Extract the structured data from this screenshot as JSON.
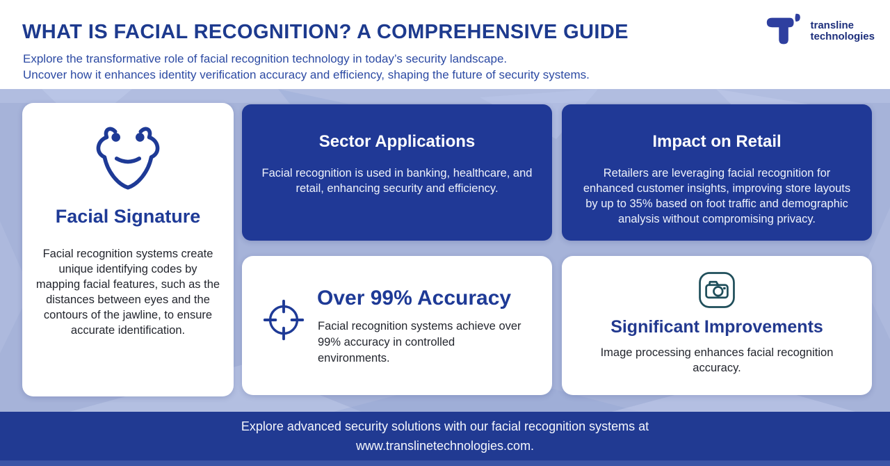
{
  "header": {
    "title": "WHAT IS FACIAL RECOGNITION? A COMPREHENSIVE GUIDE",
    "subtitle_line1": "Explore the transformative role of facial recognition technology in today’s security landscape.",
    "subtitle_line2": "Uncover how it enhances identity verification accuracy and efficiency, shaping the future of security systems.",
    "logo": {
      "name_line1": "transline",
      "name_line2": "technologies",
      "mark": "transline-t-mark-icon"
    }
  },
  "cards": {
    "facial_signature": {
      "icon": "face-outline-icon",
      "title": "Facial Signature",
      "body": "Facial recognition systems create unique identifying codes by mapping facial features, such as the distances between eyes and the contours of the jawline, to ensure accurate identification."
    },
    "sector_applications": {
      "title": "Sector Applications",
      "body": "Facial recognition is used in banking, healthcare, and retail, enhancing security and efficiency."
    },
    "impact_on_retail": {
      "title": "Impact on Retail",
      "body": "Retailers are leveraging facial recognition for enhanced customer insights, improving store layouts by up to 35% based on foot traffic and demographic analysis without compromising privacy."
    },
    "accuracy": {
      "icon": "crosshair-target-icon",
      "title": "Over 99% Accuracy",
      "body": "Facial recognition systems achieve over 99% accuracy in controlled environments."
    },
    "improvements": {
      "icon": "camera-icon",
      "title": "Significant Improvements",
      "body": "Image processing enhances facial recognition accuracy."
    }
  },
  "footer": {
    "line1": "Explore advanced security solutions with our facial recognition systems at",
    "line2": "www.translinetechnologies.com."
  },
  "colors": {
    "navy_card": "#203996",
    "header_title_navy": "#1d3a8e",
    "subtitle_blue": "#2c4aa3",
    "background_periwinkle": "#a6b3d9",
    "footer_navy": "#213a92",
    "footer_strip": "#3a55a6",
    "icon_navy": "#1e3a96",
    "camera_teal": "#1f4e5a",
    "body_text": "#23262e",
    "card_white": "#ffffff"
  }
}
